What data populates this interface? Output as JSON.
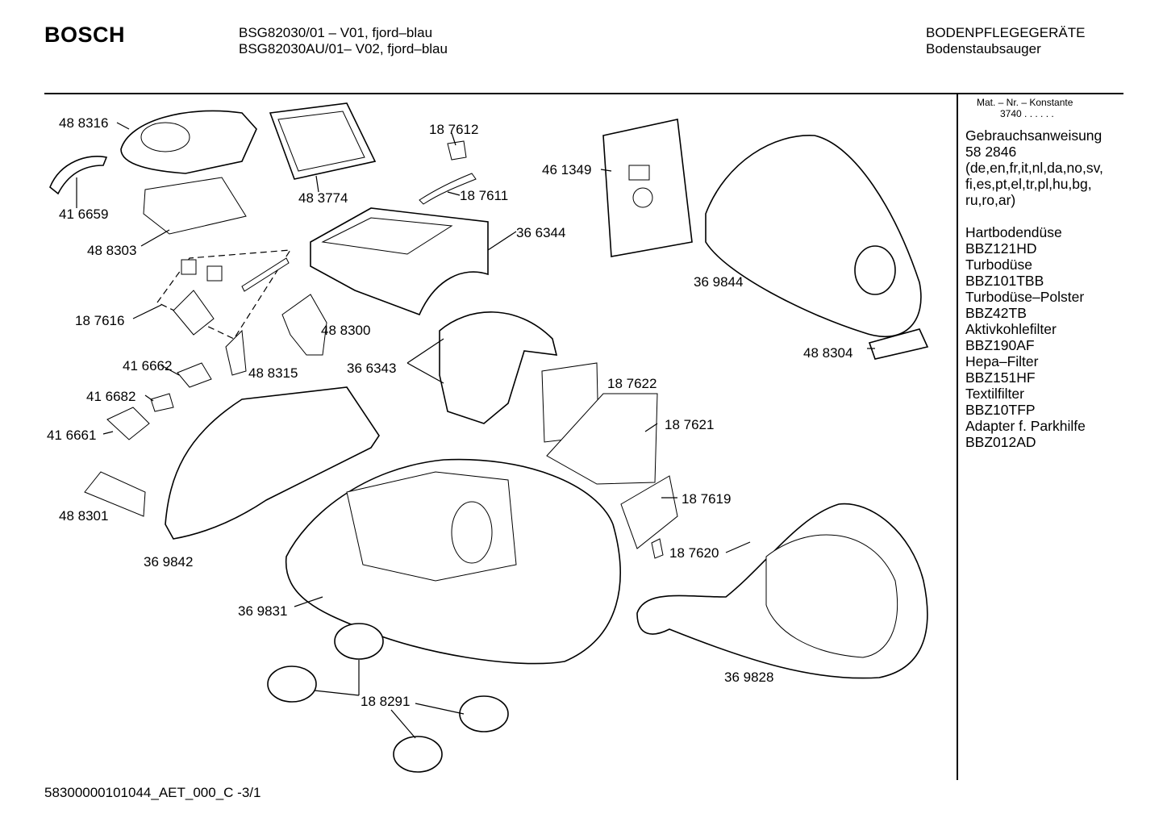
{
  "header": {
    "brand": "BOSCH",
    "models": [
      "BSG82030/01     – V01, fjord–blau",
      "BSG82030AU/01– V02, fjord–blau"
    ],
    "category": "BODENPFLEGEGERÄTE",
    "subcategory": "Bodenstaubsauger"
  },
  "sidebar": {
    "mat_nr_label": "Mat. – Nr. – Konstante",
    "mat_nr_value": "3740 .  .   .  .  .  .",
    "lines": [
      "Gebrauchsanweisung",
      "58 2846",
      "(de,en,fr,it,nl,da,no,sv,",
      "fi,es,pt,el,tr,pl,hu,bg,",
      "ru,ro,ar)",
      "",
      "Hartbodendüse",
      "BBZ121HD",
      "Turbodüse",
      "BBZ101TBB",
      "Turbodüse–Polster",
      "BBZ42TB",
      "Aktivkohlefilter",
      "BBZ190AF",
      "Hepa–Filter",
      "BBZ151HF",
      "Textilfilter",
      "BBZ10TFP",
      "Adapter f. Parkhilfe",
      "BBZ012AD"
    ]
  },
  "parts": [
    "48 8316",
    "41 6659",
    "48 3774",
    "18 7612",
    "18 7611",
    "46 1349",
    "48 8303",
    "36 6344",
    "36 9844",
    "18 7616",
    "48 8300",
    "48 8304",
    "41 6662",
    "48 8315",
    "36 6343",
    "18 7622",
    "41 6682",
    "18 7621",
    "41 6661",
    "18 7619",
    "48 8301",
    "18 7620",
    "36 9842",
    "36 9831",
    "36 9828",
    "18 8291"
  ],
  "footer": "58300000101044_AET_000_C  -3/1"
}
